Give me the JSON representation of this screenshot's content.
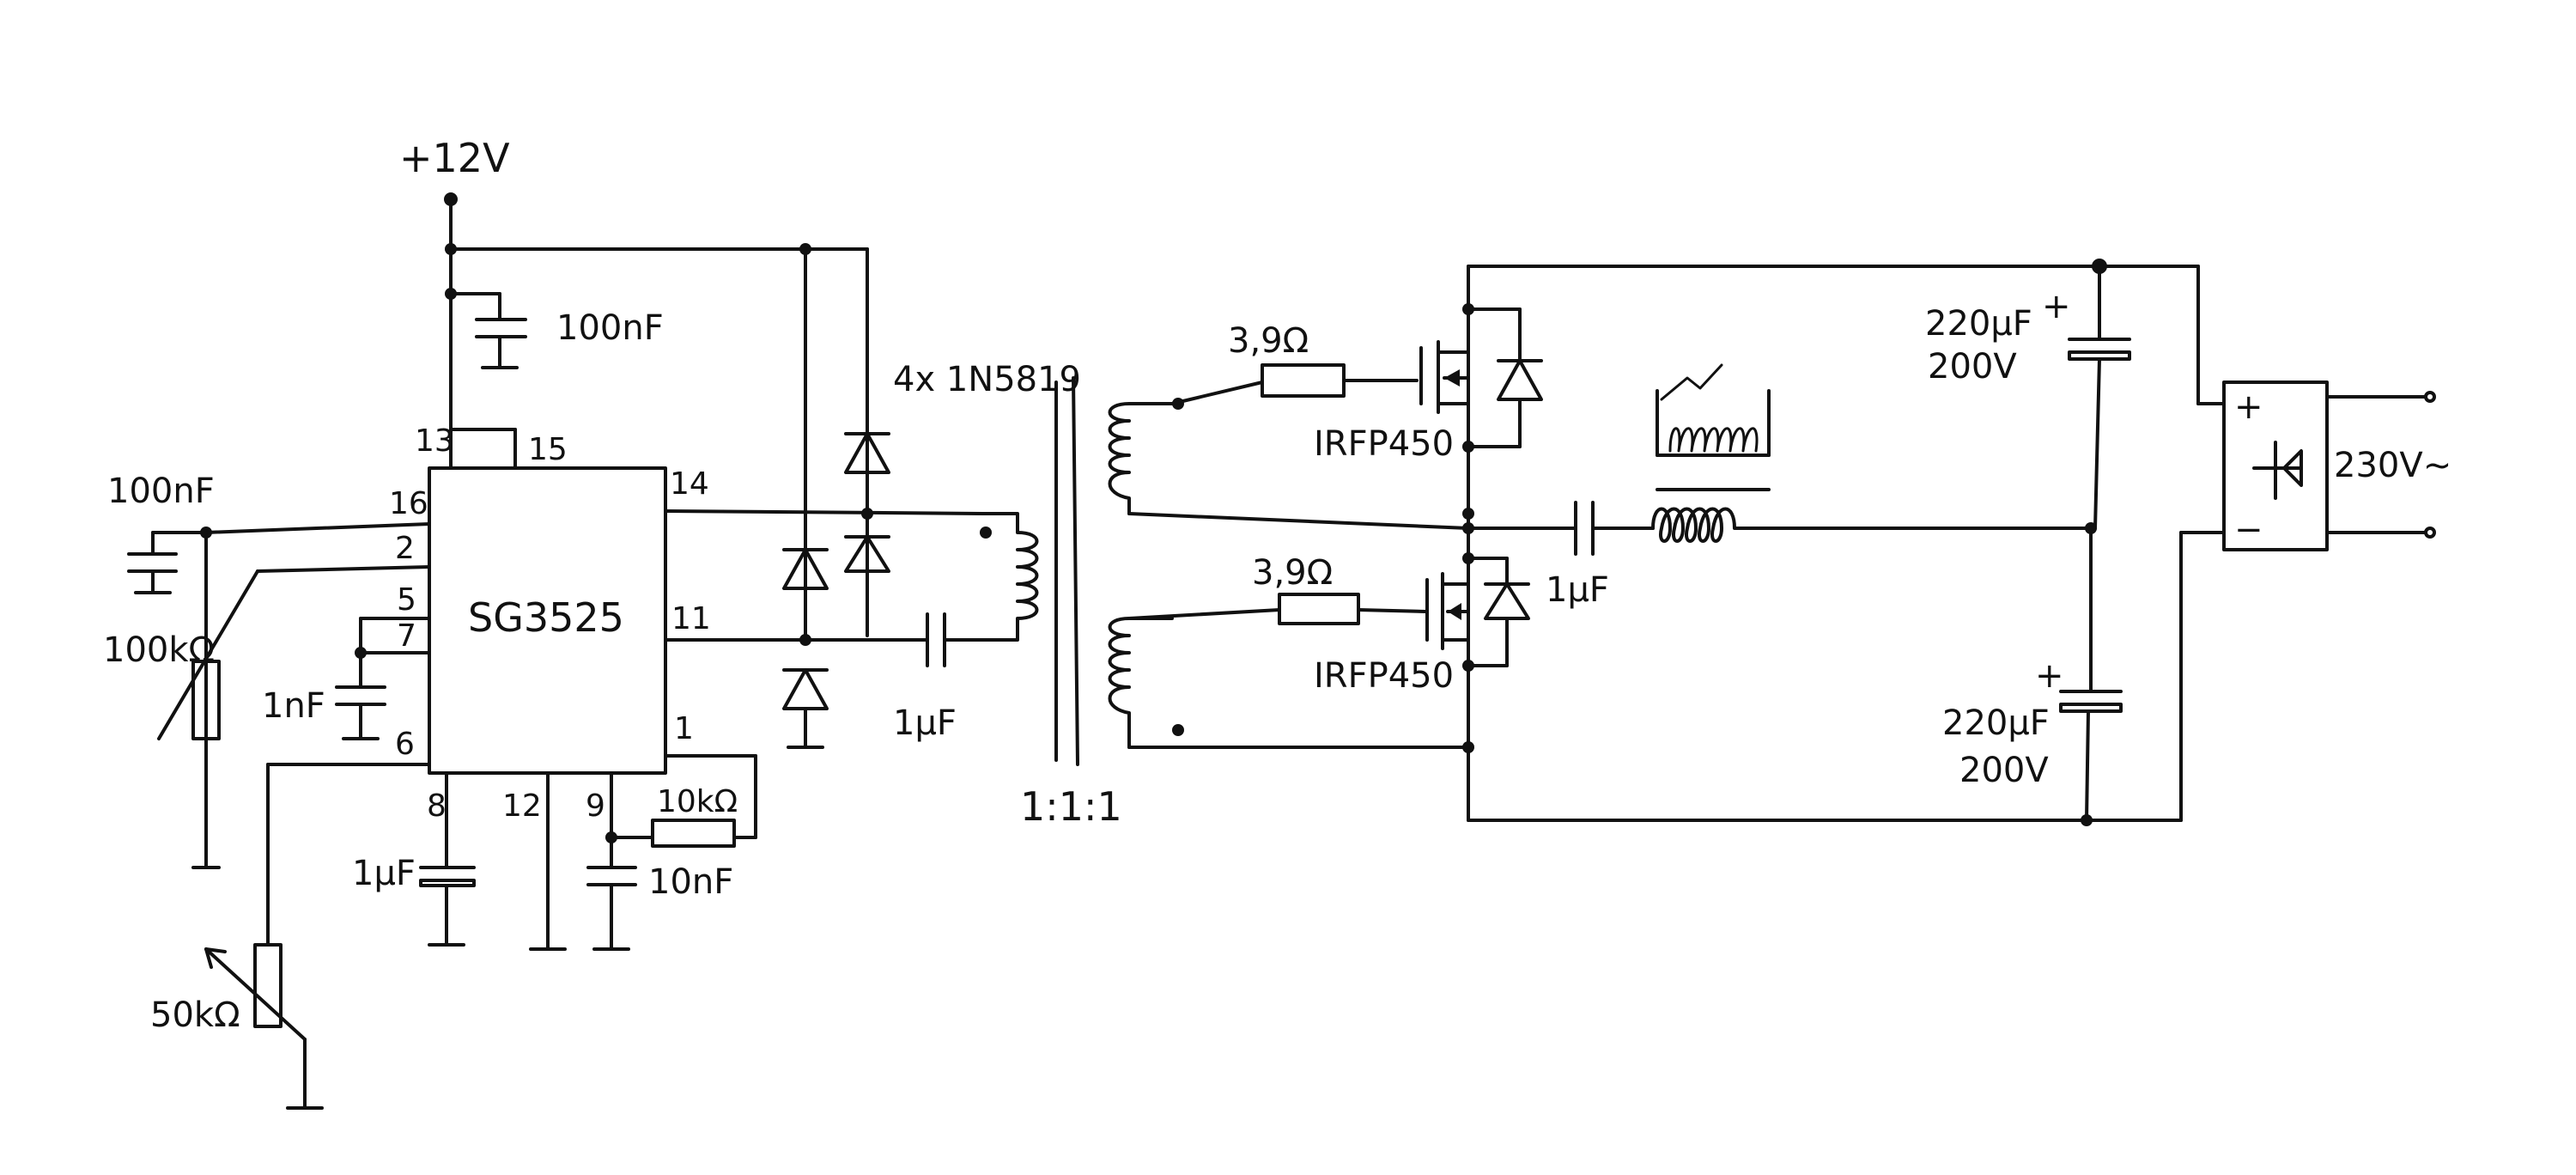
{
  "supply": {
    "label": "+12V"
  },
  "ic": {
    "name": "SG3525",
    "pins": {
      "p1": "1",
      "p2": "2",
      "p5": "5",
      "p6": "6",
      "p7": "7",
      "p8": "8",
      "p9": "9",
      "p11": "11",
      "p12": "12",
      "p13": "13",
      "p14": "14",
      "p15": "15",
      "p16": "16"
    }
  },
  "components": {
    "c_supply": "100nF",
    "c_vref": "100nF",
    "pot_left": "100kΩ",
    "c_ct": "1nF",
    "c_softstart": "1μF",
    "c_comp": "10nF",
    "r_comp": "10kΩ",
    "pot_bottom": "50kΩ",
    "diodes": "4x 1N5819",
    "c_coupling": "1μF",
    "ratio": "1:1:1",
    "r_gate_top": "3,9Ω",
    "r_gate_bottom": "3,9Ω",
    "mosfet_top": "IRFP450",
    "mosfet_bottom": "IRFP450",
    "c_resonant": "1μF",
    "c_bus_top": "220μF",
    "c_bus_top_v": "200V",
    "c_bus_bottom": "220μF",
    "c_bus_bottom_v": "200V",
    "mains": "230V~",
    "plus_sign": "+",
    "minus_sign": "−"
  }
}
